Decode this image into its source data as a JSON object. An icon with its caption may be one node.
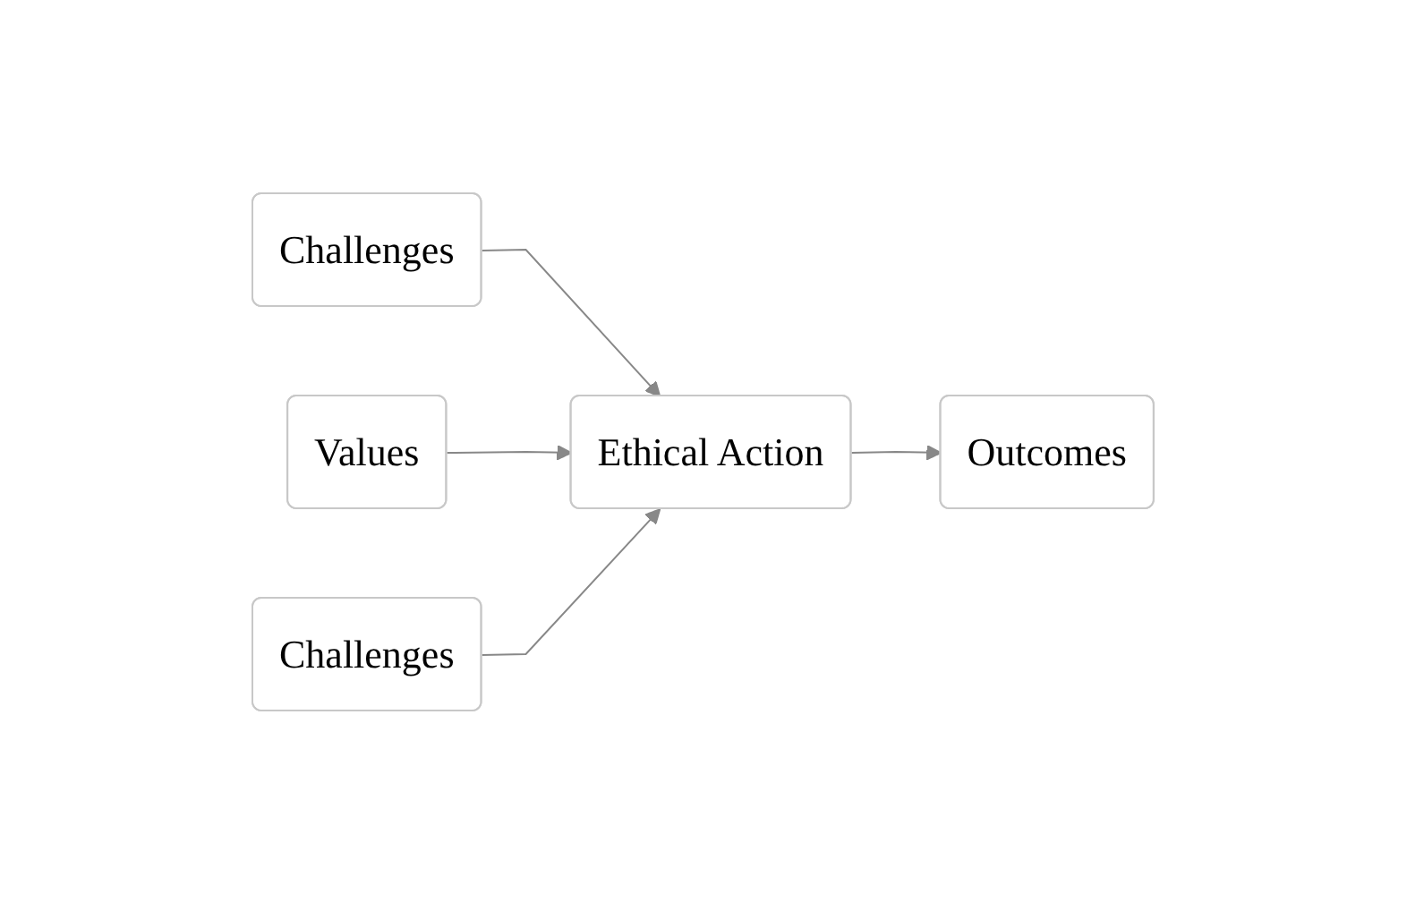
{
  "diagram": {
    "nodes": [
      {
        "text": [
          "Challenges"
        ]
      },
      {
        "text": [
          "Values"
        ]
      },
      {
        "text": [
          "Ethical Action"
        ]
      },
      {
        "text": [
          "Outcomes"
        ]
      },
      {
        "text": [
          "Challenges"
        ]
      }
    ],
    "edges": [
      {
        "from": 0,
        "to": 2,
        "arrow": "to"
      },
      {
        "from": 1,
        "to": 2,
        "arrow": "to"
      },
      {
        "from": 2,
        "to": 3,
        "arrow": "to"
      },
      {
        "from": 4,
        "to": 2,
        "arrow": "to"
      }
    ]
  }
}
